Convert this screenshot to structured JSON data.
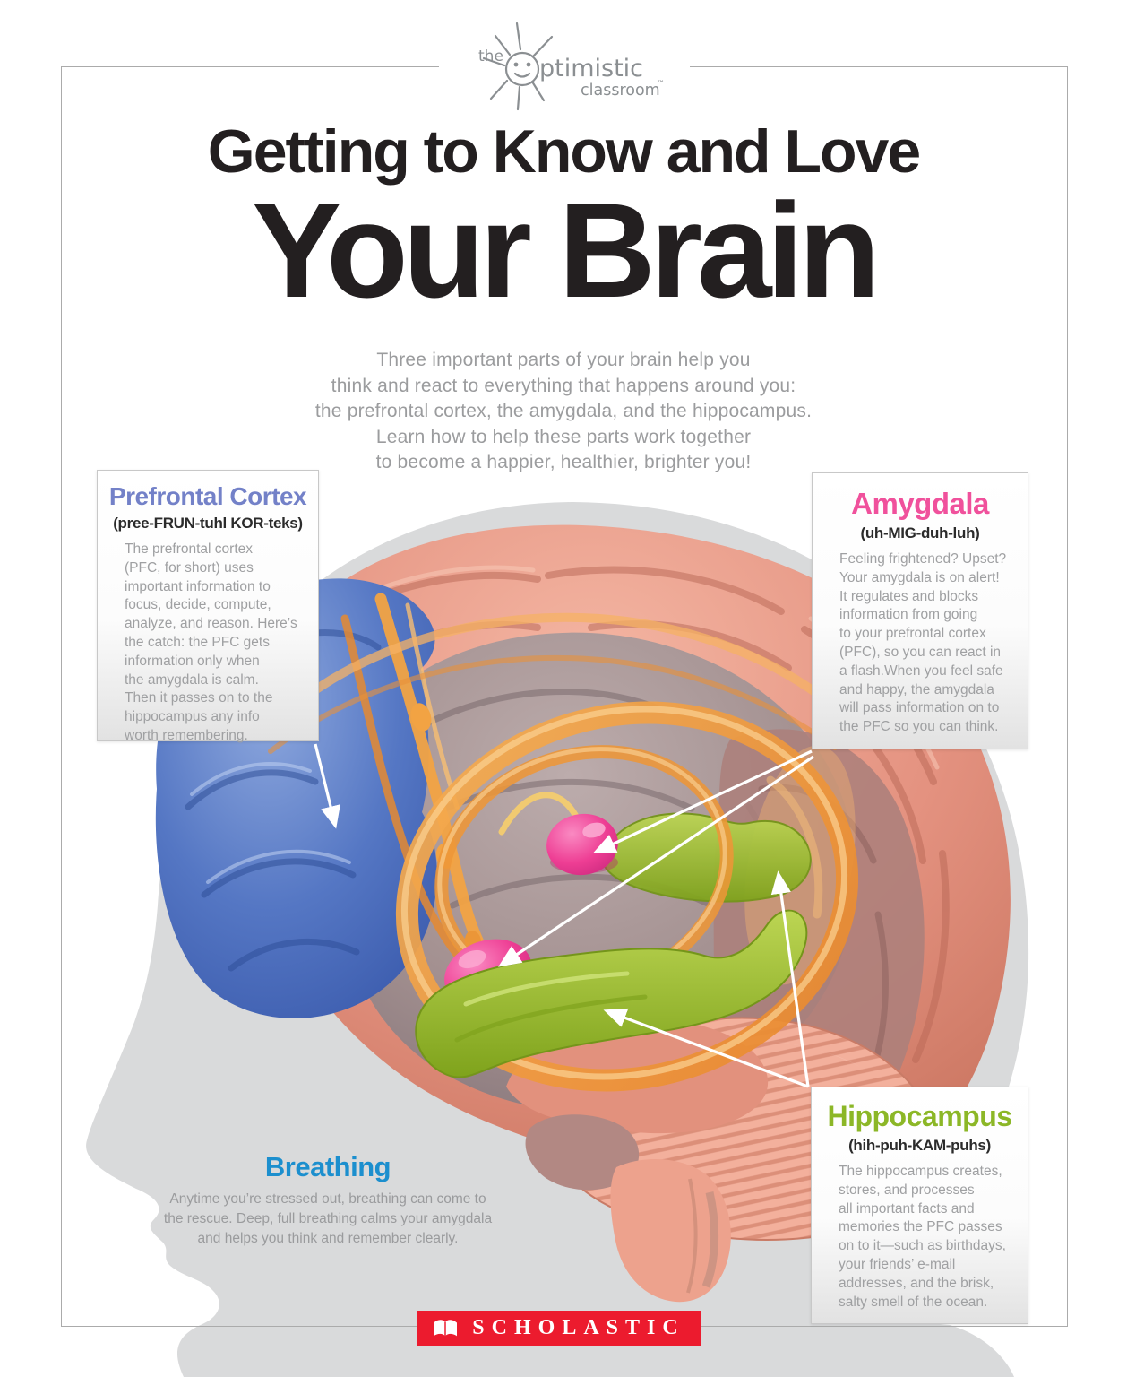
{
  "logo": {
    "word_the": "the",
    "word_optimistic": "ptimistic",
    "word_classroom": "classroom",
    "trademark": "™",
    "color": "#8b8f92",
    "sun_icon": "sun-smiley-face"
  },
  "title": {
    "line1": "Getting to Know and Love",
    "line2": "Your Brain",
    "color": "#231f20"
  },
  "intro": {
    "text": "Three important parts of your brain help you\nthink and react to everything that happens around you:\nthe prefrontal cortex, the amygdala, and the hippocampus.\nLearn how to help these parts work together\nto become a happier, healthier, brighter you!",
    "color": "#9b9c9e"
  },
  "boxes": {
    "prefrontal_cortex": {
      "title": "Prefrontal Cortex",
      "title_color": "#7381c8",
      "pronunciation": "(pree-FRUN-tuhl KOR-teks)",
      "body": "The prefrontal cortex\n(PFC, for short) uses\nimportant information to\nfocus, decide, compute,\nanalyze, and reason. Here’s\nthe catch: the PFC gets\ninformation only when\nthe amygdala is calm.\nThen it passes on to the\nhippocampus any info\nworth remembering."
    },
    "amygdala": {
      "title": "Amygdala",
      "title_color": "#f0519c",
      "pronunciation": "(uh-MIG-duh-luh)",
      "body": "Feeling frightened? Upset?\nYour amygdala is on alert!\nIt regulates and blocks\ninformation from going\nto your prefrontal cortex\n(PFC), so you can react in\na flash.When you feel safe\nand happy, the amygdala\nwill pass information on to\nthe PFC so you can think."
    },
    "hippocampus": {
      "title": "Hippocampus",
      "title_color": "#8cb727",
      "pronunciation": "(hih-puh-KAM-puhs)",
      "body": "The hippocampus creates,\nstores, and processes\nall important facts and\nmemories the PFC passes\non to it—such as birthdays,\nyour friends’ e-mail\naddresses, and the brisk,\nsalty smell of the ocean."
    }
  },
  "breathing": {
    "title": "Breathing",
    "title_color": "#1c8fce",
    "body": "Anytime you’re stressed out, breathing can come to\nthe rescue. Deep, full breathing calms your amygdala\nand helps you think and remember clearly."
  },
  "footer": {
    "publisher": "SCHOLASTIC",
    "banner_color": "#ec1b2e",
    "book_icon": "open-book"
  },
  "diagram": {
    "head_silhouette_color": "#d9dadb",
    "arrow_color": "#ffffff",
    "regions": [
      {
        "name": "prefrontal cortex",
        "color": "#4a6fbe"
      },
      {
        "name": "amygdala",
        "color": "#ee3e94"
      },
      {
        "name": "hippocampus",
        "color": "#93b92f"
      },
      {
        "name": "limbic circuit",
        "color": "#f2a041"
      },
      {
        "name": "cerebral cortex",
        "color": "#de8671"
      },
      {
        "name": "cerebellum",
        "color": "#f1a890"
      }
    ]
  }
}
